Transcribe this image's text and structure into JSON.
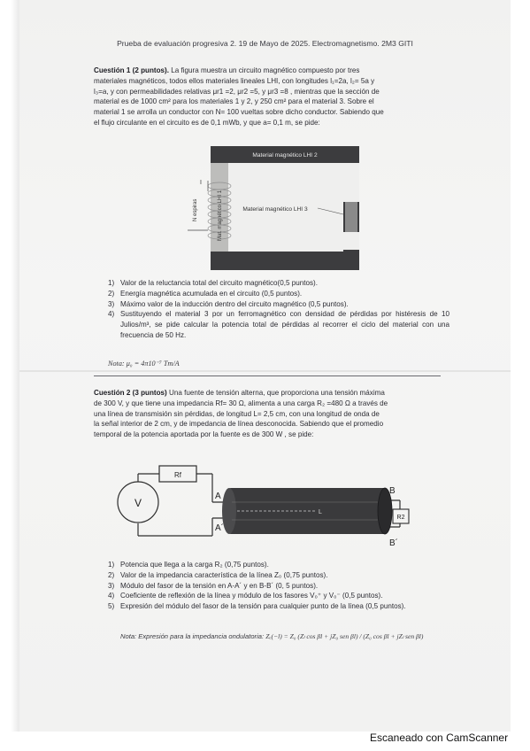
{
  "header": "Prueba de evaluación progresiva 2. 19 de Mayo de 2025. Electromagnetismo. 2M3 GITI",
  "q1": {
    "title": "Cuestión 1 (2 puntos).",
    "lines": [
      "La figura muestra un circuito magnético compuesto por tres",
      "materiales magnéticos, todos ellos materiales lineales LHI, con longitudes l₁=2a, l₂= 5a y",
      "l₃=a, y con permeabilidades relativas μr1 =2, μr2 =5, y μr3 =8 , mientras que la sección de",
      "material es de 1000 cm² para los materiales 1 y 2, y 250 cm² para el material 3.  Sobre el",
      "material 1 se arrolla un conductor con N= 100 vueltas sobre dicho conductor. Sabiendo que",
      "el flujo circulante en el circuito es de 0,1 mWb, y que a= 0,1 m, se pide:"
    ],
    "figure": {
      "mat2_label": "Material magnético LHI 2",
      "mat1_label": "Mat. magnético LHI 1",
      "mat3_label": "Material magnético LHI 3",
      "coil_label": "N espiras",
      "current_label": "I"
    },
    "items": [
      {
        "num": "1)",
        "text": "Valor de la reluctancia total del circuito magnético(0,5 puntos)."
      },
      {
        "num": "2)",
        "text": "Energía magnética acumulada en el circuito (0,5 puntos)."
      },
      {
        "num": "3)",
        "text": "Máximo valor de la inducción dentro del circuito magnético (0,5 puntos)."
      },
      {
        "num": "4)",
        "text": "Sustituyendo el material 3 por un ferromagnético con densidad de pérdidas por histéresis de 10 Julios/m³, se pide calcular la potencia total de pérdidas al recorrer el ciclo del material con una frecuencia de 50 Hz."
      }
    ],
    "note": "Nota:  μ₀ = 4π10⁻⁷ Tm/A"
  },
  "q2": {
    "title": "Cuestión 2 (3 puntos)",
    "lines": [
      "Una fuente de tensión alterna, que proporciona una tensión máxima",
      "de 300 V, y que tiene una impedancia Rf= 30 Ω, alimenta a una carga R₂ =480 Ω a través de",
      "una línea de transmisión sin pérdidas, de longitud L= 2,5 cm, con una longitud de onda de",
      "la señal interior de 2 cm, y de impedancia de línea desconocida. Sabiendo que el promedio",
      "temporal de la potencia aportada por la fuente es de 300 W , se pide:"
    ],
    "figure": {
      "source_label": "V",
      "rf_label": "Rf",
      "r2_label": "R2",
      "a_label": "A",
      "a_prime_label": "A´",
      "b_label": "B",
      "b_prime_label": "B´",
      "length_label": "L"
    },
    "items": [
      {
        "num": "1)",
        "text": "Potencia que llega a la carga R₂ (0,75 puntos)."
      },
      {
        "num": "2)",
        "text": "Valor de la impedancia característica de la línea Z₀ (0,75 puntos)."
      },
      {
        "num": "3)",
        "text": "Módulo del fasor de la tensión en A-A´ y en B-B´ (0, 5 puntos)."
      },
      {
        "num": "4)",
        "text": "Coeficiente de reflexión de la línea y módulo de los fasores V₀⁺ y V₀⁻ (0,5 puntos)."
      },
      {
        "num": "5)",
        "text": "Expresión del módulo del fasor de la tensión para cualquier punto de la línea (0,5 puntos)."
      }
    ],
    "note_prefix": "Nota: Expresión para la impedancia ondulatoria:",
    "note_formula": "Zₑ(−l) = Z₀ (Zₗ cos βl + jZ₀ sen βl) / (Z₀ cos βl + jZₗ sen βl)"
  },
  "footer": "Escaneado con CamScanner"
}
